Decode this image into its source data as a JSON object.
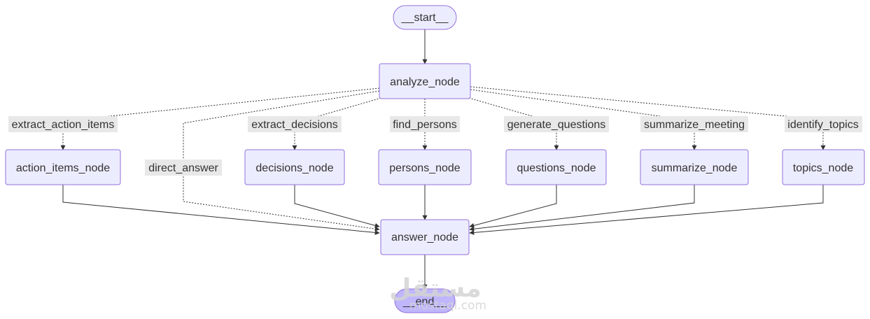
{
  "colors": {
    "node_fill": "#ECECFF",
    "node_stroke": "#9370DB",
    "end_fill": "#BFB6FC",
    "edge": "#333333",
    "label_bg": "#E8E8E8",
    "watermark": "#D4D4D4"
  },
  "nodes": {
    "start": "__start__",
    "analyze": "analyze_node",
    "action_items": "action_items_node",
    "decisions": "decisions_node",
    "persons": "persons_node",
    "questions": "questions_node",
    "summarize": "summarize_node",
    "topics": "topics_node",
    "answer": "answer_node",
    "end": "__end__"
  },
  "edges": {
    "start_to_analyze": {
      "from": "start",
      "to": "analyze",
      "style": "solid",
      "label": ""
    },
    "extract_action_items": {
      "from": "analyze",
      "to": "action_items",
      "style": "dotted",
      "label": "extract_action_items"
    },
    "direct_answer": {
      "from": "analyze",
      "to": "answer",
      "style": "dotted",
      "label": "direct_answer"
    },
    "extract_decisions": {
      "from": "analyze",
      "to": "decisions",
      "style": "dotted",
      "label": "extract_decisions"
    },
    "find_persons": {
      "from": "analyze",
      "to": "persons",
      "style": "dotted",
      "label": "find_persons"
    },
    "generate_questions": {
      "from": "analyze",
      "to": "questions",
      "style": "dotted",
      "label": "generate_questions"
    },
    "summarize_meeting": {
      "from": "analyze",
      "to": "summarize",
      "style": "dotted",
      "label": "summarize_meeting"
    },
    "identify_topics": {
      "from": "analyze",
      "to": "topics",
      "style": "dotted",
      "label": "identify_topics"
    },
    "action_items_to_answer": {
      "from": "action_items",
      "to": "answer",
      "style": "solid",
      "label": ""
    },
    "decisions_to_answer": {
      "from": "decisions",
      "to": "answer",
      "style": "solid",
      "label": ""
    },
    "persons_to_answer": {
      "from": "persons",
      "to": "answer",
      "style": "solid",
      "label": ""
    },
    "questions_to_answer": {
      "from": "questions",
      "to": "answer",
      "style": "solid",
      "label": ""
    },
    "summarize_to_answer": {
      "from": "summarize",
      "to": "answer",
      "style": "solid",
      "label": ""
    },
    "topics_to_answer": {
      "from": "topics",
      "to": "answer",
      "style": "solid",
      "label": ""
    },
    "answer_to_end": {
      "from": "answer",
      "to": "end",
      "style": "solid",
      "label": ""
    }
  },
  "watermark": {
    "arabic": "مستقل",
    "latin": "mostaql.com"
  }
}
